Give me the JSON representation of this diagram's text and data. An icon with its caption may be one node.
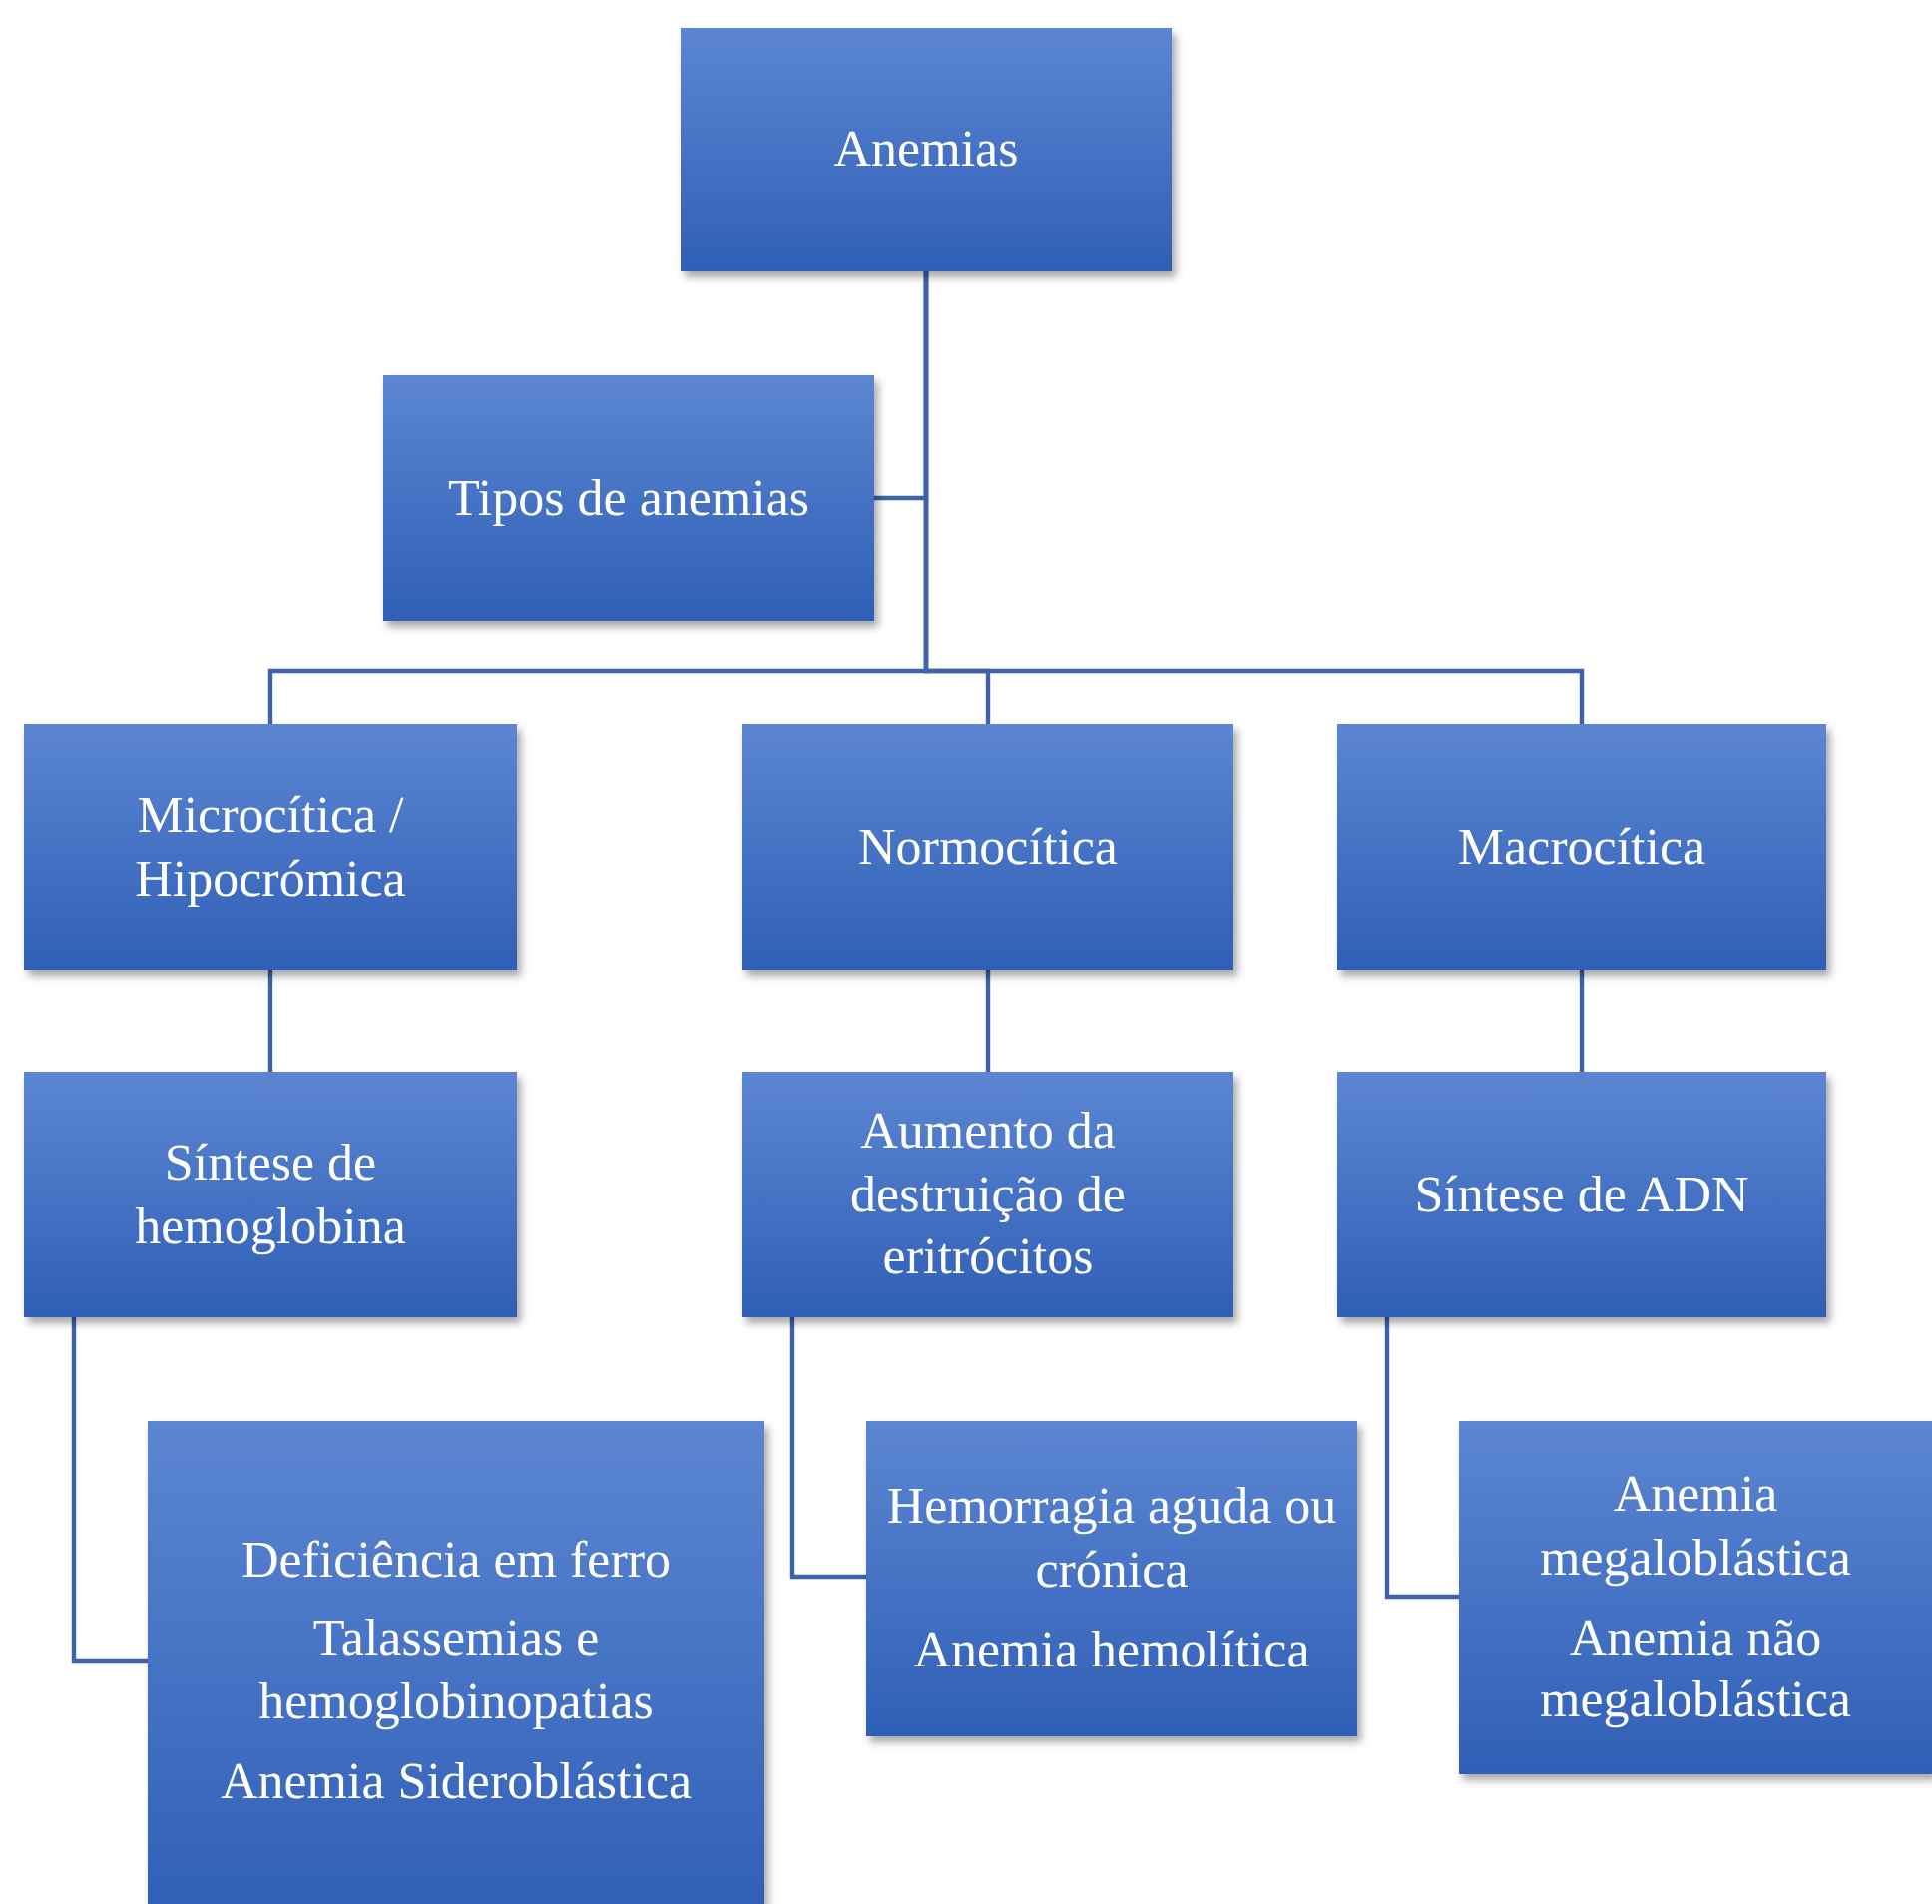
{
  "diagram": {
    "nodes": [
      {
        "text": [
          "Anemias"
        ]
      },
      {
        "text": [
          "Tipos de anemias"
        ]
      },
      {
        "text": [
          "Microcítica / Hipocrómica"
        ]
      },
      {
        "text": [
          "Normocítica"
        ]
      },
      {
        "text": [
          "Macrocítica"
        ]
      },
      {
        "text": [
          "Síntese de hemoglobina"
        ]
      },
      {
        "text": [
          "Aumento da destruição de eritrócitos"
        ]
      },
      {
        "text": [
          "Síntese de ADN"
        ]
      },
      {
        "text": [
          "Deficiência em ferro",
          "Talassemias e hemoglobinopatias",
          "Anemia Sideroblástica"
        ]
      },
      {
        "text": [
          "Hemorragia aguda ou crónica",
          "Anemia hemolítica"
        ]
      },
      {
        "text": [
          "Anemia megaloblástica",
          "Anemia não megaloblástica"
        ]
      }
    ],
    "edges": [
      {
        "from": 0,
        "to": 1,
        "arrow": "none"
      },
      {
        "from": 0,
        "to": 2,
        "arrow": "none"
      },
      {
        "from": 0,
        "to": 3,
        "arrow": "none"
      },
      {
        "from": 0,
        "to": 4,
        "arrow": "none"
      },
      {
        "from": 2,
        "to": 5,
        "arrow": "none"
      },
      {
        "from": 3,
        "to": 6,
        "arrow": "none"
      },
      {
        "from": 4,
        "to": 7,
        "arrow": "none"
      },
      {
        "from": 5,
        "to": 8,
        "arrow": "none"
      },
      {
        "from": 6,
        "to": 9,
        "arrow": "none"
      },
      {
        "from": 7,
        "to": 10,
        "arrow": "none"
      }
    ]
  }
}
